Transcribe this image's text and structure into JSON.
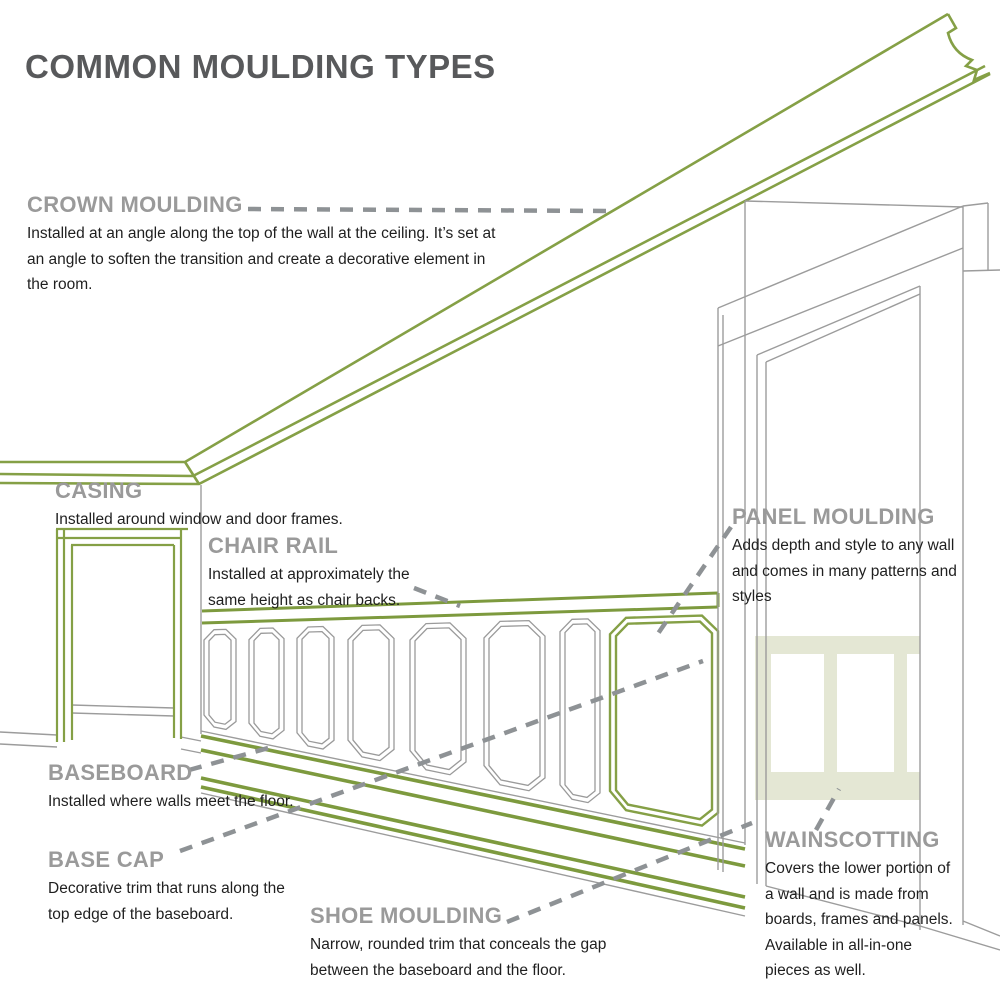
{
  "title": "COMMON MOULDING TYPES",
  "labels": {
    "crown": {
      "heading": "CROWN MOULDING",
      "desc": [
        "Installed at an angle along the top of the wall at the ceiling.  It’s set at",
        "an angle to soften the transition and create a decorative element in",
        "the room."
      ]
    },
    "casing": {
      "heading": "CASING",
      "desc": [
        "Installed around window and door frames."
      ]
    },
    "chair_rail": {
      "heading": "CHAIR RAIL",
      "desc": [
        "Installed at approximately the",
        "same height as chair backs."
      ]
    },
    "panel": {
      "heading": "PANEL MOULDING",
      "desc": [
        "Adds depth and style to any wall",
        "and comes in many patterns and styles"
      ]
    },
    "baseboard": {
      "heading": "BASEBOARD",
      "desc": [
        "Installed where walls meet the floor."
      ]
    },
    "base_cap": {
      "heading": "BASE CAP",
      "desc": [
        "Decorative trim that runs along the",
        "top edge of the baseboard."
      ]
    },
    "shoe": {
      "heading": "SHOE MOULDING",
      "desc": [
        "Narrow, rounded trim that conceals the gap",
        "between the baseboard and the floor."
      ]
    },
    "wainscotting": {
      "heading": "WAINSCOTTING",
      "desc": [
        "Covers the lower portion of",
        "a wall and is made from",
        "boards, frames and panels.",
        "Available in all-in-one",
        "pieces as well."
      ]
    }
  },
  "colors": {
    "accent_green": "#85a046",
    "accent_green_dark": "#7d9a3e",
    "line_gray": "#9c9c9c",
    "heading_gray": "#9a9a9a",
    "title_gray": "#58595b",
    "leader_gray": "#8e9295",
    "wainscot_fill": "#e4e7d4",
    "text_dark": "#1f1f1f"
  }
}
